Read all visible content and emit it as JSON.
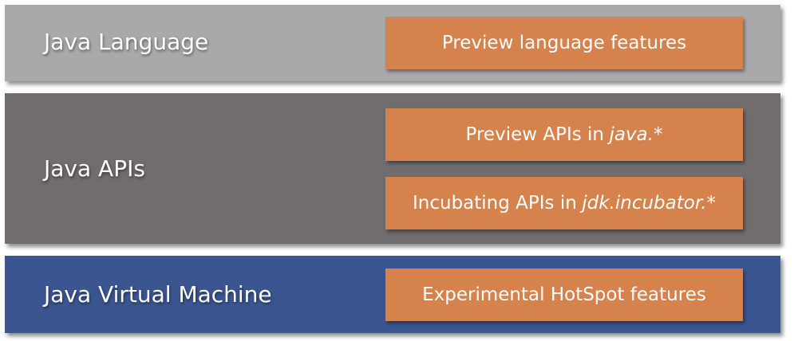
{
  "layers": {
    "language": {
      "label": "Java Language",
      "color": "#a9a8aa",
      "features": [
        {
          "text": "Preview language features",
          "emphasis": ""
        }
      ]
    },
    "apis": {
      "label": "Java APIs",
      "color": "#716c6d",
      "features": [
        {
          "text": "Preview APIs in",
          "emphasis": "java.*"
        },
        {
          "text": "Incubating APIs in",
          "emphasis": "jdk.incubator.*"
        }
      ]
    },
    "jvm": {
      "label": "Java Virtual Machine",
      "color": "#3b5591",
      "features": [
        {
          "text": "Experimental HotSpot features",
          "emphasis": ""
        }
      ]
    }
  },
  "colors": {
    "feature_box": "#d5824d"
  }
}
